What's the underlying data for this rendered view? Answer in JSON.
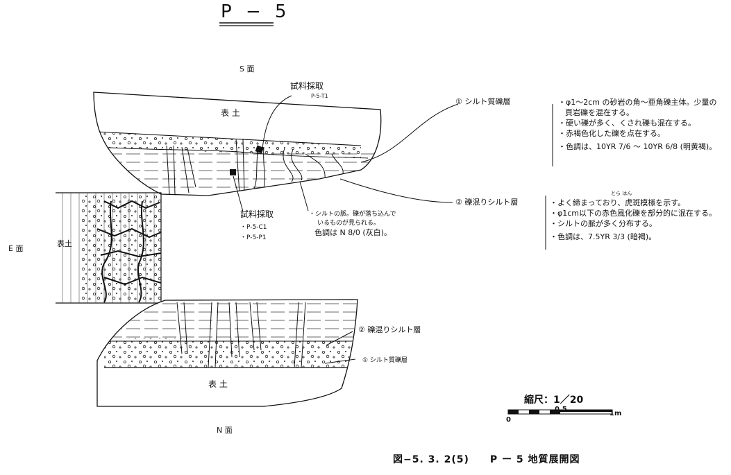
{
  "title": "P − 5",
  "faces": {
    "south": "S 面",
    "east": "E 面",
    "north": "N 面"
  },
  "labels": {
    "topsoil_s": "表 土",
    "topsoil_e": "表土",
    "topsoil_n": "表 土",
    "sample_top": "試料採取",
    "sample_top_id": "P-5-T1",
    "sample_mid": "試料採取",
    "sample_mid_ids": [
      "・P-5-C1",
      "・P-5-P1"
    ],
    "vein_note": [
      "・シルトの脈。礫が落ち込んで",
      "いるものが見られる。",
      "色調は N 8/0 (灰白)。"
    ],
    "n_layer2": "② 礫混りシルト層",
    "n_layer1": "① シルト質礫層"
  },
  "layers": [
    {
      "name": "① シルト質礫層",
      "notes": [
        "・φ1〜2cm の砂岩の角〜亜角礫主体。少量の",
        "頁岩礫を混在する。",
        "・硬い礫が多く、くされ礫も混在する。",
        "・赤褐色化した礫を点在する。",
        "・色調は、10YR 7/6 〜 10YR 6/8 (明黄褐)。"
      ]
    },
    {
      "name": "② 礫混りシルト層",
      "ruby": "とら はん",
      "notes": [
        "・よく締まっており、虎斑模様を示す。",
        "・φ1cm以下の赤色風化礫を部分的に混在する。",
        "・シルトの脈が多く分布する。",
        "・色調は、7.5YR 3/3 (暗褐)。"
      ]
    }
  ],
  "scale": {
    "title": "縮尺：1／20",
    "ticks": [
      "0",
      "0.5",
      "1m"
    ]
  },
  "caption": "図−5. 3. 2(5)　　P ー 5 地質展開図",
  "colors": {
    "ink": "#111111",
    "paper": "#ffffff"
  }
}
